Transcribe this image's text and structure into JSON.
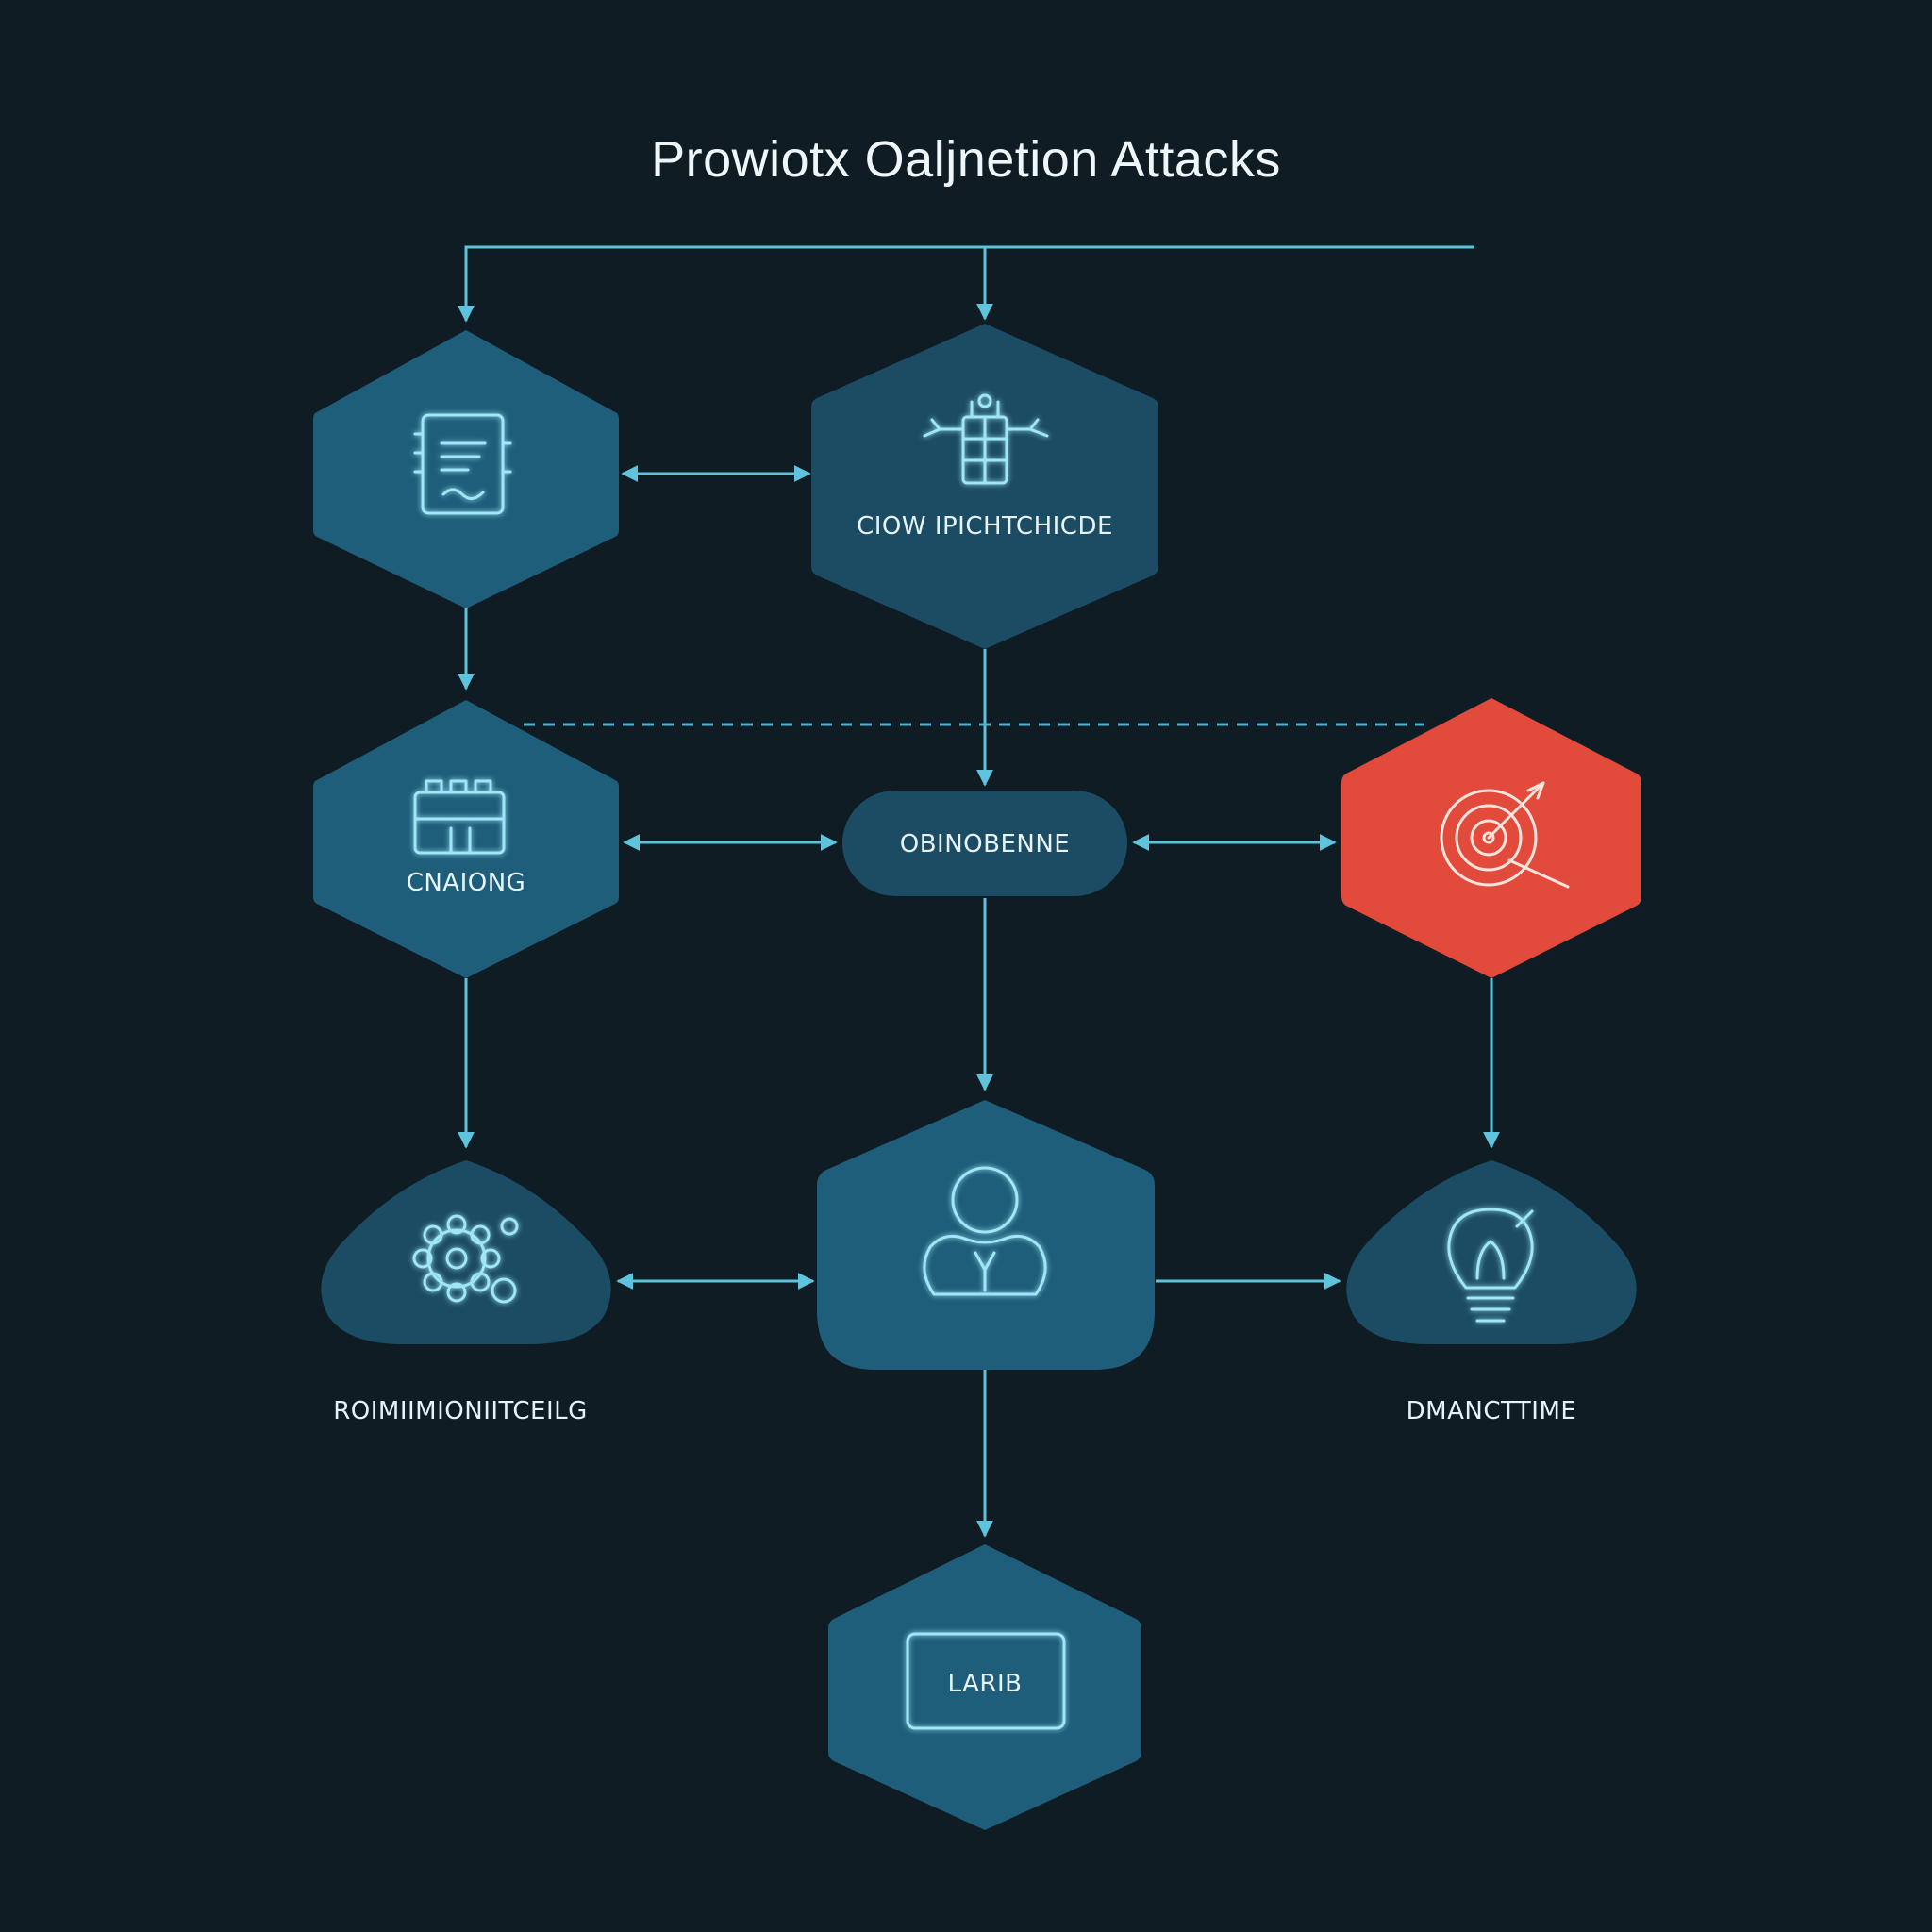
{
  "diagram": {
    "title": "Prowiotx Oaljnetion Attacks",
    "nodes": {
      "top_left": {
        "label": "",
        "icon": "document-icon"
      },
      "top_center": {
        "label": "CIOW IPICHTCHICDE",
        "icon": "circuit-chip-icon"
      },
      "mid_left": {
        "label": "CNAIONG",
        "icon": "plugin-module-icon"
      },
      "mid_center": {
        "label": "OBINOBENNE",
        "icon": ""
      },
      "mid_right": {
        "label": "",
        "icon": "target-icon"
      },
      "bot_left": {
        "label": "",
        "caption": "ROIMIIMIONIITCEILG",
        "icon": "gears-icon"
      },
      "bot_center": {
        "label": "",
        "icon": "user-icon"
      },
      "bot_right": {
        "label": "",
        "caption": "DMANCTTIME",
        "icon": "lightbulb-icon"
      },
      "bottom": {
        "label": "LARIB",
        "icon": ""
      }
    },
    "colors": {
      "background": "#0f1c24",
      "node_primary": "#1f5e7a",
      "node_dark": "#183f52",
      "node_alert": "#e24a3c",
      "connector": "#5ec3dc"
    }
  }
}
